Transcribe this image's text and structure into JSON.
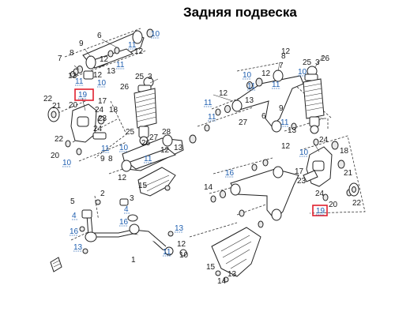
{
  "title": "Задняя подвеска",
  "highlight_color": "#e0202e",
  "link_color": "#1f5fb0",
  "callouts": [
    {
      "id": "c1",
      "label": "6"
    },
    {
      "id": "c2",
      "label": "10"
    },
    {
      "id": "c3",
      "label": "8"
    },
    {
      "id": "c4",
      "label": "9"
    },
    {
      "id": "c5",
      "label": "11"
    },
    {
      "id": "c6",
      "label": "12"
    },
    {
      "id": "c7",
      "label": "7"
    },
    {
      "id": "c8",
      "label": "11"
    },
    {
      "id": "c9",
      "label": "13"
    },
    {
      "id": "c10",
      "label": "12"
    },
    {
      "id": "c11",
      "label": "11"
    },
    {
      "id": "c12",
      "label": "13"
    },
    {
      "id": "c13",
      "label": "12"
    },
    {
      "id": "c14",
      "label": "10"
    },
    {
      "id": "c15",
      "label": "25"
    },
    {
      "id": "c16",
      "label": "3"
    },
    {
      "id": "c17",
      "label": "26"
    },
    {
      "id": "c18",
      "label": "19"
    },
    {
      "id": "c19",
      "label": "17"
    },
    {
      "id": "c20",
      "label": "22"
    },
    {
      "id": "c21",
      "label": "21"
    },
    {
      "id": "c22",
      "label": "20"
    },
    {
      "id": "c23",
      "label": "24"
    },
    {
      "id": "c24",
      "label": "23"
    },
    {
      "id": "c25",
      "label": "24"
    },
    {
      "id": "c26",
      "label": "18"
    },
    {
      "id": "c27",
      "label": "25"
    },
    {
      "id": "c28",
      "label": "26"
    },
    {
      "id": "c29",
      "label": "28"
    },
    {
      "id": "c30",
      "label": "27"
    },
    {
      "id": "c31",
      "label": "11"
    },
    {
      "id": "c32",
      "label": "10"
    },
    {
      "id": "c33",
      "label": "20"
    },
    {
      "id": "c34",
      "label": "22"
    },
    {
      "id": "c35",
      "label": "10"
    },
    {
      "id": "c36",
      "label": "9"
    },
    {
      "id": "c37",
      "label": "8"
    },
    {
      "id": "c38",
      "label": "12"
    },
    {
      "id": "c39",
      "label": "11"
    },
    {
      "id": "c40",
      "label": "12"
    },
    {
      "id": "c41",
      "label": "13"
    },
    {
      "id": "c42",
      "label": "2"
    },
    {
      "id": "c43",
      "label": "5"
    },
    {
      "id": "c44",
      "label": "4"
    },
    {
      "id": "c45",
      "label": "16"
    },
    {
      "id": "c46",
      "label": "1"
    },
    {
      "id": "c47",
      "label": "13"
    },
    {
      "id": "c48",
      "label": "4"
    },
    {
      "id": "c49",
      "label": "16"
    },
    {
      "id": "c50",
      "label": "3"
    },
    {
      "id": "c51",
      "label": "13"
    },
    {
      "id": "c52",
      "label": "12"
    },
    {
      "id": "c53",
      "label": "11"
    },
    {
      "id": "c54",
      "label": "10"
    },
    {
      "id": "c55",
      "label": "27"
    },
    {
      "id": "c56",
      "label": "11"
    },
    {
      "id": "c57",
      "label": "12"
    },
    {
      "id": "c58",
      "label": "13"
    },
    {
      "id": "c59",
      "label": "11"
    },
    {
      "id": "c60",
      "label": "6"
    },
    {
      "id": "c61",
      "label": "12"
    },
    {
      "id": "c62",
      "label": "11"
    },
    {
      "id": "c63",
      "label": "10"
    },
    {
      "id": "c64",
      "label": "7"
    },
    {
      "id": "c65",
      "label": "8"
    },
    {
      "id": "c66",
      "label": "10"
    },
    {
      "id": "c67",
      "label": "12"
    },
    {
      "id": "c68",
      "label": "11"
    },
    {
      "id": "c69",
      "label": "11"
    },
    {
      "id": "c70",
      "label": "13"
    },
    {
      "id": "c71",
      "label": "9"
    },
    {
      "id": "c72",
      "label": "12"
    },
    {
      "id": "c73",
      "label": "10"
    },
    {
      "id": "c74",
      "label": "25"
    },
    {
      "id": "c75",
      "label": "3"
    },
    {
      "id": "c76",
      "label": "26"
    },
    {
      "id": "c77",
      "label": "24"
    },
    {
      "id": "c78",
      "label": "18"
    },
    {
      "id": "c79",
      "label": "17"
    },
    {
      "id": "c80",
      "label": "23"
    },
    {
      "id": "c81",
      "label": "24"
    },
    {
      "id": "c82",
      "label": "21"
    },
    {
      "id": "c83",
      "label": "22"
    },
    {
      "id": "c84",
      "label": "20"
    },
    {
      "id": "c85",
      "label": "19"
    },
    {
      "id": "c86",
      "label": "16"
    },
    {
      "id": "c87",
      "label": "14"
    },
    {
      "id": "c88",
      "label": "15"
    },
    {
      "id": "c89",
      "label": "14"
    },
    {
      "id": "c90",
      "label": "13"
    },
    {
      "id": "c91",
      "label": "15"
    }
  ]
}
